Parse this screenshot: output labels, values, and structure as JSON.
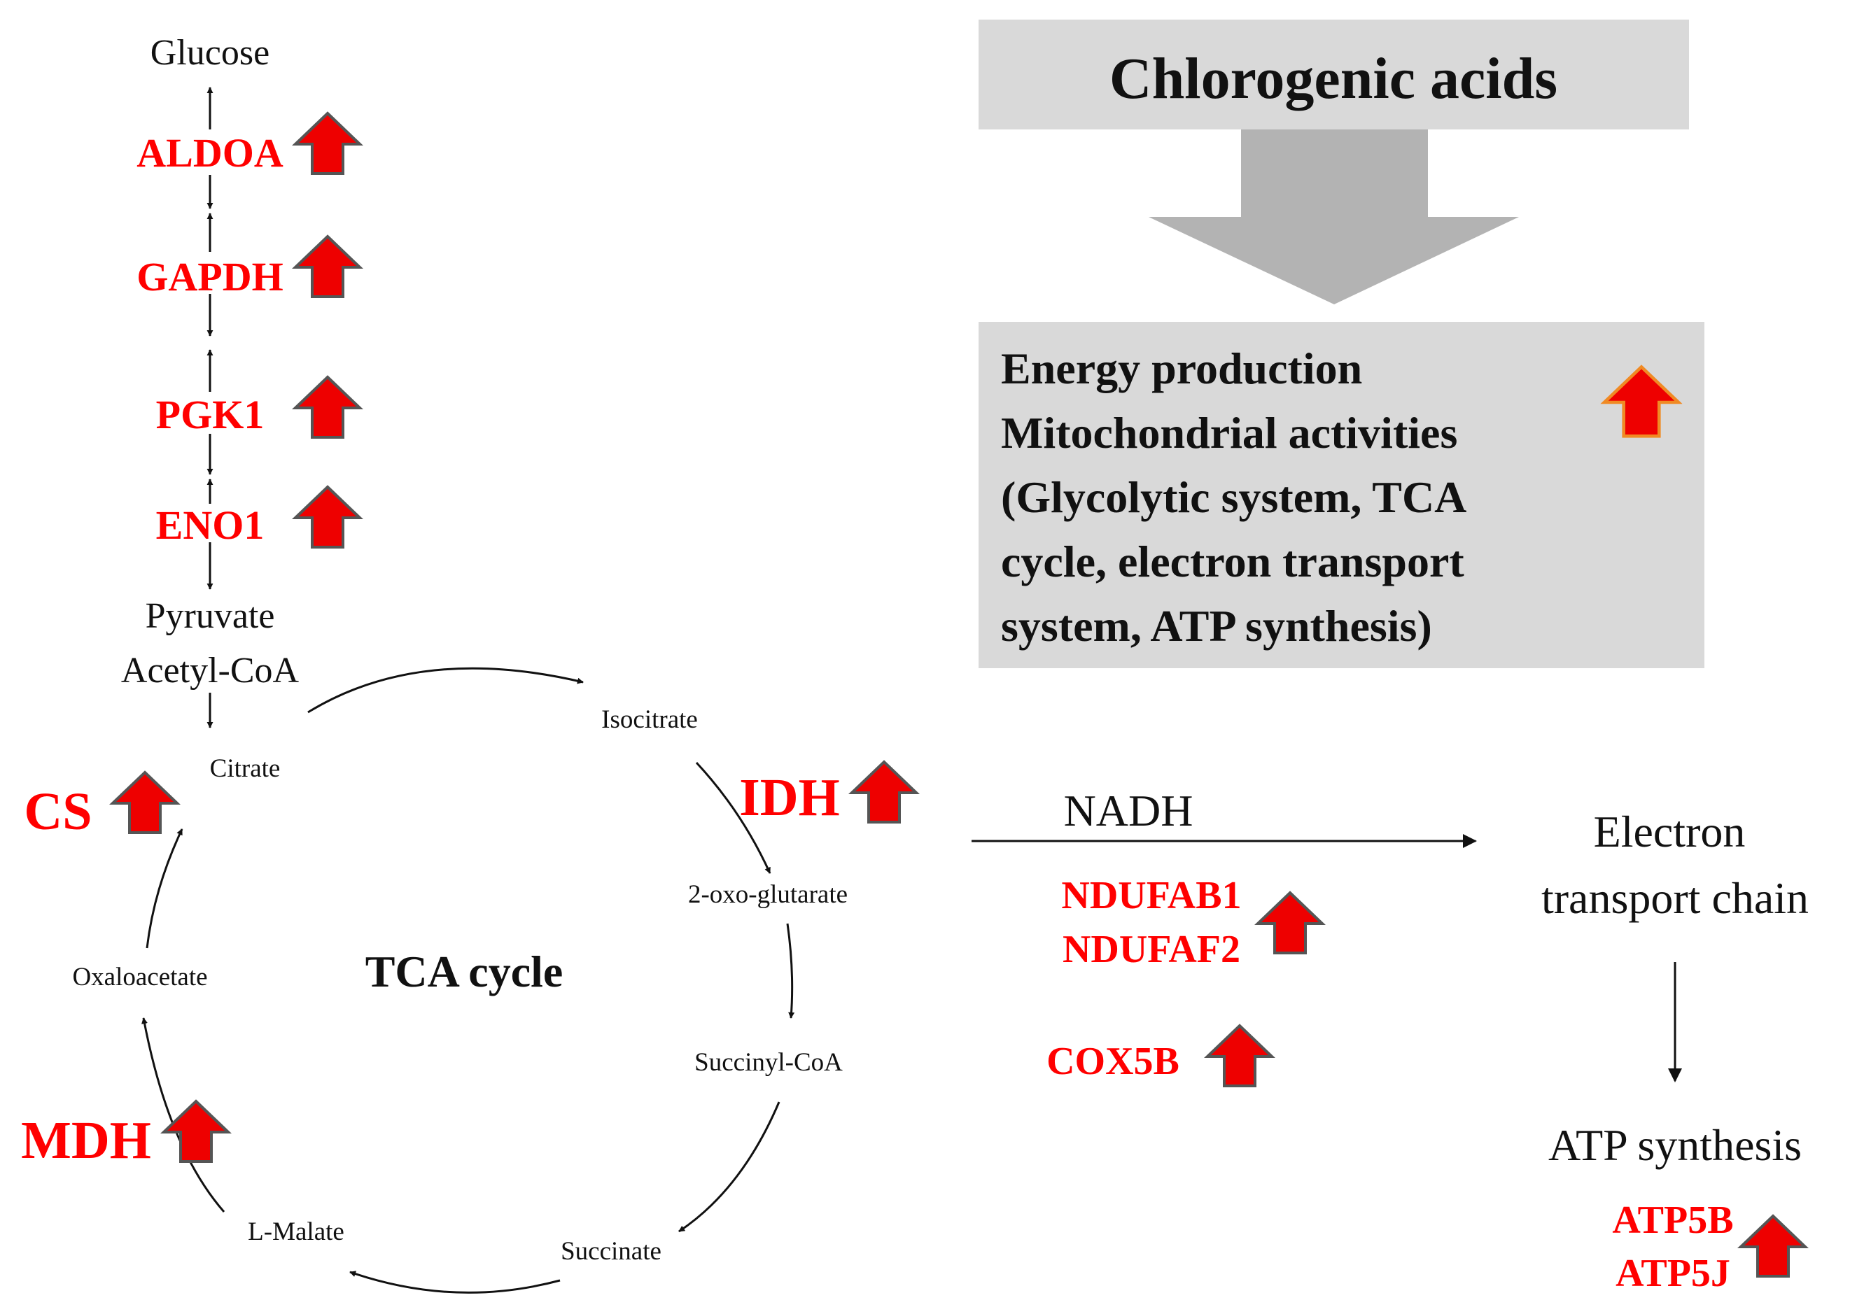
{
  "glycolysis": {
    "glucose": "Glucose",
    "enzymes": [
      "ALDOA",
      "GAPDH",
      "PGK1",
      "ENO1"
    ],
    "pyruvate": "Pyruvate",
    "acetyl_coa": "Acetyl-CoA"
  },
  "tca": {
    "label": "TCA cycle",
    "metabolites": {
      "citrate": "Citrate",
      "isocitrate": "Isocitrate",
      "oxoglutarate": "2-oxo-glutarate",
      "succinyl_coa": "Succinyl-CoA",
      "succinate": "Succinate",
      "malate": "L-Malate",
      "oxaloacetate": "Oxaloacetate"
    },
    "enzymes": {
      "cs": "CS",
      "idh": "IDH",
      "mdh": "MDH"
    }
  },
  "electron_transport": {
    "nadh": "NADH",
    "label_line1": "Electron",
    "label_line2": "transport chain",
    "complex_i_genes": [
      "NDUFAB1",
      "NDUFAF2"
    ],
    "complex_iv_gene": "COX5B"
  },
  "atp": {
    "label": "ATP synthesis",
    "genes": [
      "ATP5B",
      "ATP5J"
    ]
  },
  "summary": {
    "compound": "Chlorogenic acids",
    "effects": [
      "Energy production",
      "Mitochondrial activities",
      "(Glycolytic system, TCA",
      "cycle, electron transport",
      "system, ATP synthesis)"
    ],
    "colors": {
      "panel": "#d9d9d9",
      "big_arrow": "#b3b3b3",
      "enzyme_text": "#ff0000",
      "up_arrow_fill": "#ee0000"
    },
    "icons": [
      "up-arrow-icon"
    ]
  }
}
